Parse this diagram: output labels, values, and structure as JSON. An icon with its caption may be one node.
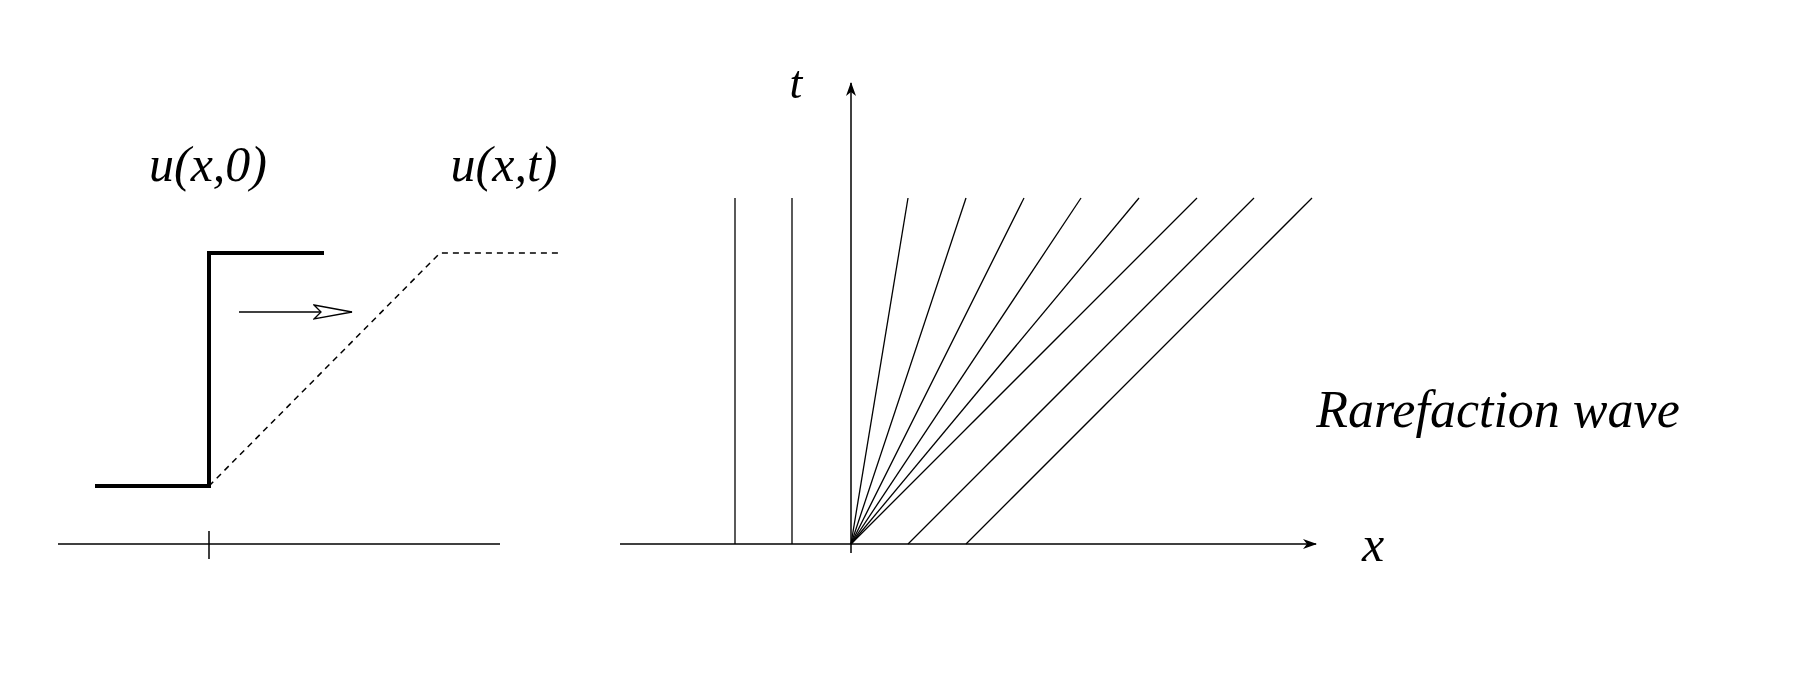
{
  "diagram": {
    "labels": [
      "u(x,0)",
      "u(x,t)",
      "t",
      "x",
      "Rarefaction wave"
    ]
  }
}
